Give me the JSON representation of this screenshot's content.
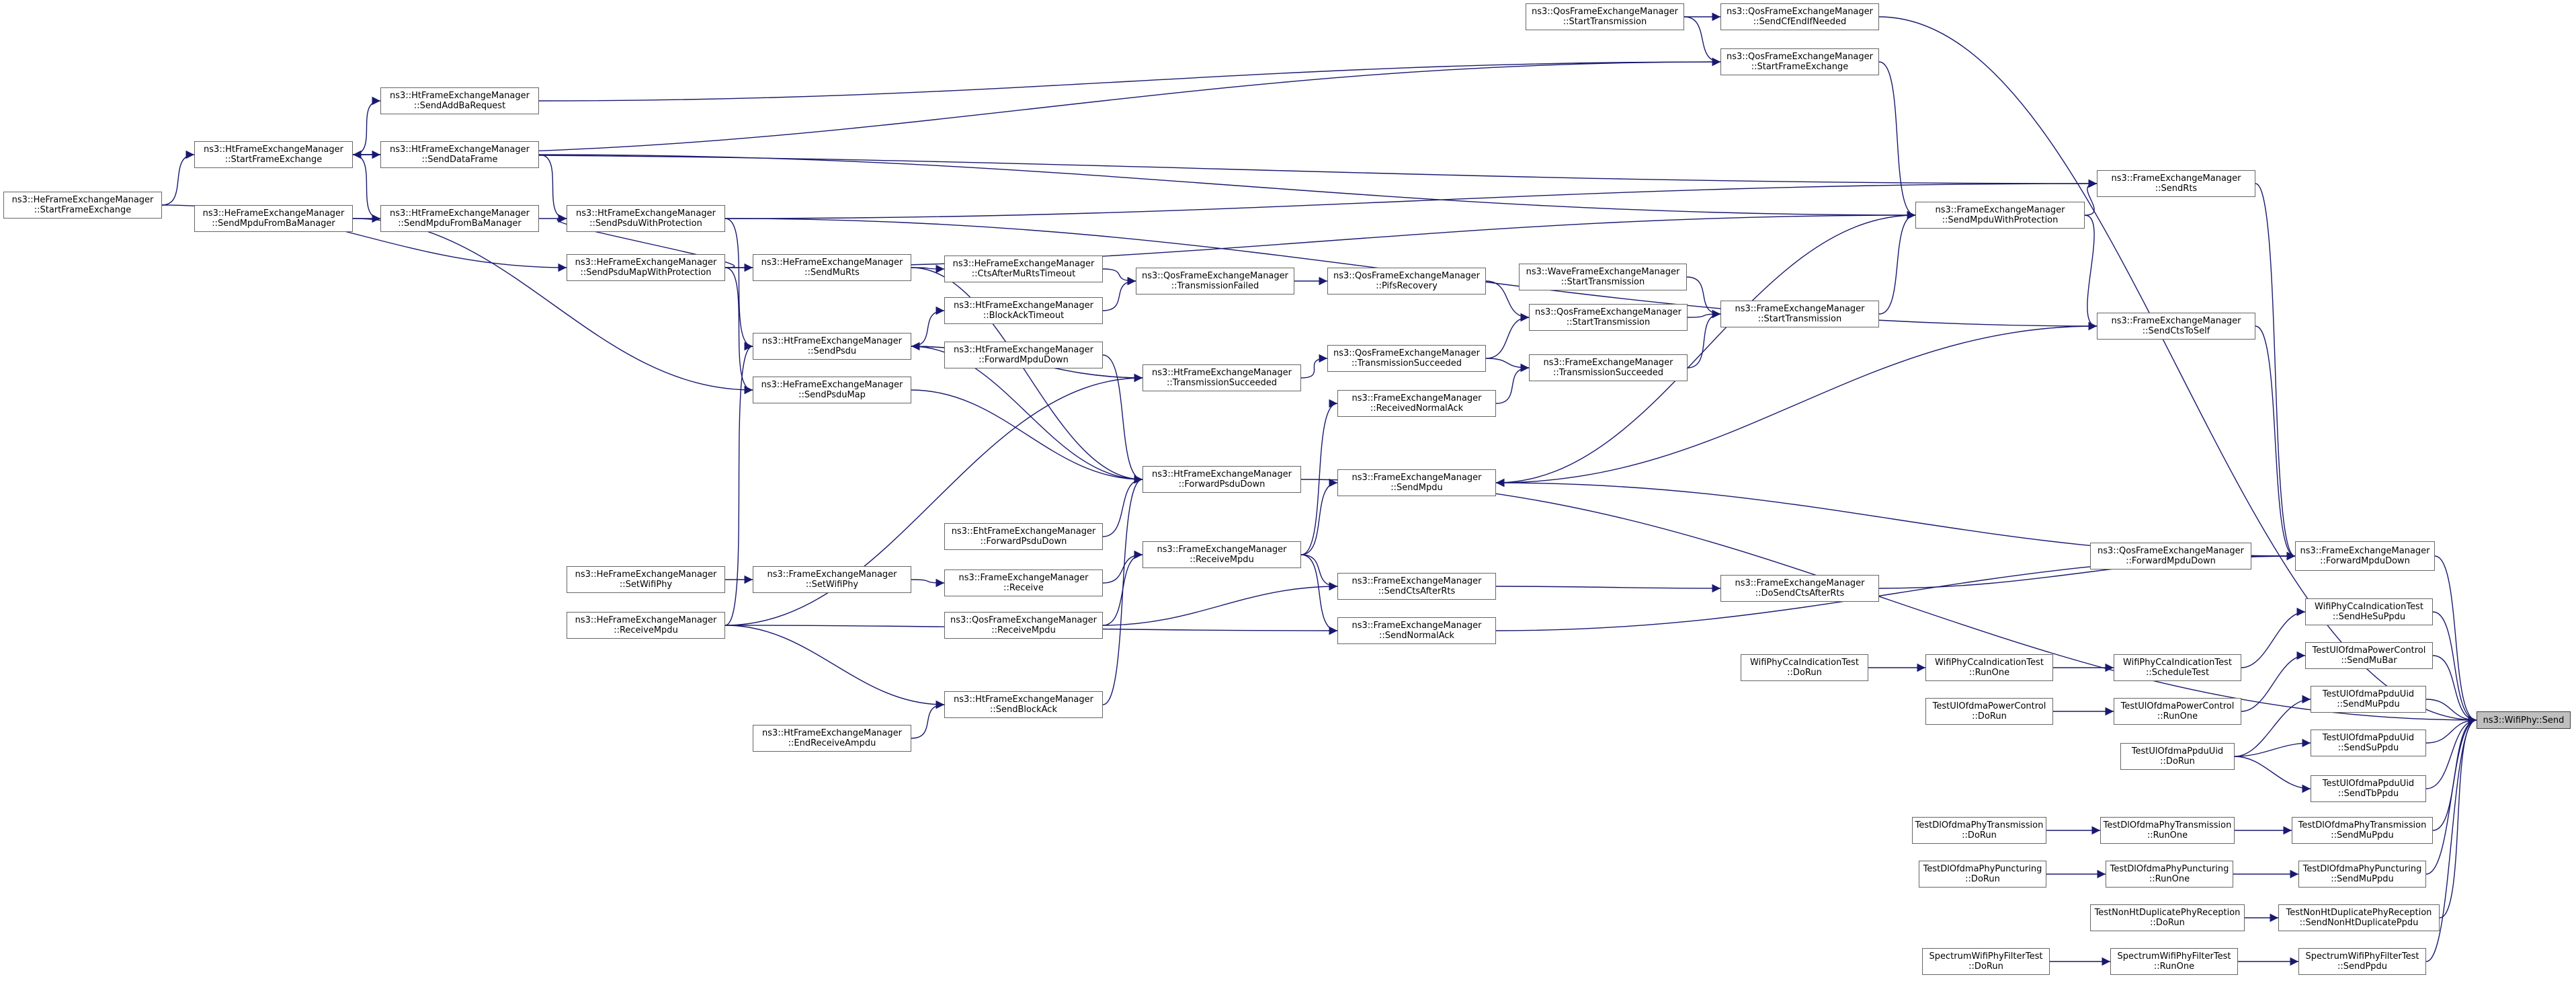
{
  "diagram": {
    "title": "",
    "colors": {
      "edge": "#191970",
      "node_border": "#666666",
      "root_fill": "#bfbfbf"
    },
    "nodes": [
      {
        "id": "qos_st_top",
        "lines": [
          "ns3::QosFrameExchangeManager",
          "::StartTransmission"
        ]
      },
      {
        "id": "send_cf_end",
        "lines": [
          "ns3::QosFrameExchangeManager",
          "::SendCfEndIfNeeded"
        ]
      },
      {
        "id": "qos_sfe",
        "lines": [
          "ns3::QosFrameExchangeManager",
          "::StartFrameExchange"
        ]
      },
      {
        "id": "ht_add_ba",
        "lines": [
          "ns3::HtFrameExchangeManager",
          "::SendAddBaRequest"
        ]
      },
      {
        "id": "ht_sfe",
        "lines": [
          "ns3::HtFrameExchangeManager",
          "::StartFrameExchange"
        ]
      },
      {
        "id": "ht_data",
        "lines": [
          "ns3::HtFrameExchangeManager",
          "::SendDataFrame"
        ]
      },
      {
        "id": "he_sfe",
        "lines": [
          "ns3::HeFrameExchangeManager",
          "::StartFrameExchange"
        ]
      },
      {
        "id": "he_mpdu_ba",
        "lines": [
          "ns3::HeFrameExchangeManager",
          "::SendMpduFromBaManager"
        ]
      },
      {
        "id": "ht_mpdu_ba",
        "lines": [
          "ns3::HtFrameExchangeManager",
          "::SendMpduFromBaManager"
        ]
      },
      {
        "id": "ht_psdu_prot",
        "lines": [
          "ns3::HtFrameExchangeManager",
          "::SendPsduWithProtection"
        ]
      },
      {
        "id": "he_psdu_map_prot",
        "lines": [
          "ns3::HeFrameExchangeManager",
          "::SendPsduMapWithProtection"
        ]
      },
      {
        "id": "he_mu_rts",
        "lines": [
          "ns3::HeFrameExchangeManager",
          "::SendMuRts"
        ]
      },
      {
        "id": "he_cts_mu",
        "lines": [
          "ns3::HeFrameExchangeManager",
          "::CtsAfterMuRtsTimeout"
        ]
      },
      {
        "id": "ht_ba_timeout",
        "lines": [
          "ns3::HtFrameExchangeManager",
          "::BlockAckTimeout"
        ]
      },
      {
        "id": "qos_tx_failed",
        "lines": [
          "ns3::QosFrameExchangeManager",
          "::TransmissionFailed"
        ]
      },
      {
        "id": "qos_pifs",
        "lines": [
          "ns3::QosFrameExchangeManager",
          "::PifsRecovery"
        ]
      },
      {
        "id": "wave_st",
        "lines": [
          "ns3::WaveFrameExchangeManager",
          "::StartTransmission"
        ]
      },
      {
        "id": "qos_st_mid",
        "lines": [
          "ns3::QosFrameExchangeManager",
          "::StartTransmission"
        ]
      },
      {
        "id": "fem_st",
        "lines": [
          "ns3::FrameExchangeManager",
          "::StartTransmission"
        ]
      },
      {
        "id": "fem_mpdu_prot",
        "lines": [
          "ns3::FrameExchangeManager",
          "::SendMpduWithProtection"
        ]
      },
      {
        "id": "fem_rts",
        "lines": [
          "ns3::FrameExchangeManager",
          "::SendRts"
        ]
      },
      {
        "id": "fem_cts_self",
        "lines": [
          "ns3::FrameExchangeManager",
          "::SendCtsToSelf"
        ]
      },
      {
        "id": "ht_send_psdu",
        "lines": [
          "ns3::HtFrameExchangeManager",
          "::SendPsdu"
        ]
      },
      {
        "id": "ht_fwd_mpdu",
        "lines": [
          "ns3::HtFrameExchangeManager",
          "::ForwardMpduDown"
        ]
      },
      {
        "id": "he_psdu_map",
        "lines": [
          "ns3::HeFrameExchangeManager",
          "::SendPsduMap"
        ]
      },
      {
        "id": "ht_tx_succ",
        "lines": [
          "ns3::HtFrameExchangeManager",
          "::TransmissionSucceeded"
        ]
      },
      {
        "id": "qos_tx_succ",
        "lines": [
          "ns3::QosFrameExchangeManager",
          "::TransmissionSucceeded"
        ]
      },
      {
        "id": "fem_tx_succ",
        "lines": [
          "ns3::FrameExchangeManager",
          "::TransmissionSucceeded"
        ]
      },
      {
        "id": "fem_recv_ack",
        "lines": [
          "ns3::FrameExchangeManager",
          "::ReceivedNormalAck"
        ]
      },
      {
        "id": "ht_fwd_psdu",
        "lines": [
          "ns3::HtFrameExchangeManager",
          "::ForwardPsduDown"
        ]
      },
      {
        "id": "fem_send_mpdu",
        "lines": [
          "ns3::FrameExchangeManager",
          "::SendMpdu"
        ]
      },
      {
        "id": "eht_fwd_psdu",
        "lines": [
          "ns3::EhtFrameExchangeManager",
          "::ForwardPsduDown"
        ]
      },
      {
        "id": "fem_recv_mpdu",
        "lines": [
          "ns3::FrameExchangeManager",
          "::ReceiveMpdu"
        ]
      },
      {
        "id": "qos_fwd_mpdu",
        "lines": [
          "ns3::QosFrameExchangeManager",
          "::ForwardMpduDown"
        ]
      },
      {
        "id": "fem_fwd_mpdu",
        "lines": [
          "ns3::FrameExchangeManager",
          "::ForwardMpduDown"
        ]
      },
      {
        "id": "he_set_phy",
        "lines": [
          "ns3::HeFrameExchangeManager",
          "::SetWifiPhy"
        ]
      },
      {
        "id": "fem_set_phy",
        "lines": [
          "ns3::FrameExchangeManager",
          "::SetWifiPhy"
        ]
      },
      {
        "id": "fem_receive",
        "lines": [
          "ns3::FrameExchangeManager",
          "::Receive"
        ]
      },
      {
        "id": "fem_cts_rts",
        "lines": [
          "ns3::FrameExchangeManager",
          "::SendCtsAfterRts"
        ]
      },
      {
        "id": "fem_do_cts",
        "lines": [
          "ns3::FrameExchangeManager",
          "::DoSendCtsAfterRts"
        ]
      },
      {
        "id": "he_recv_mpdu",
        "lines": [
          "ns3::HeFrameExchangeManager",
          "::ReceiveMpdu"
        ]
      },
      {
        "id": "qos_recv_mpdu",
        "lines": [
          "ns3::QosFrameExchangeManager",
          "::ReceiveMpdu"
        ]
      },
      {
        "id": "fem_normal_ack",
        "lines": [
          "ns3::FrameExchangeManager",
          "::SendNormalAck"
        ]
      },
      {
        "id": "ht_block_ack",
        "lines": [
          "ns3::HtFrameExchangeManager",
          "::SendBlockAck"
        ]
      },
      {
        "id": "ht_end_ampdu",
        "lines": [
          "ns3::HtFrameExchangeManager",
          "::EndReceiveAmpdu"
        ]
      },
      {
        "id": "cca_dorun",
        "lines": [
          "WifiPhyCcaIndicationTest",
          "::DoRun"
        ]
      },
      {
        "id": "cca_runone",
        "lines": [
          "WifiPhyCcaIndicationTest",
          "::RunOne"
        ]
      },
      {
        "id": "cca_sched",
        "lines": [
          "WifiPhyCcaIndicationTest",
          "::ScheduleTest"
        ]
      },
      {
        "id": "cca_hesu",
        "lines": [
          "WifiPhyCcaIndicationTest",
          "::SendHeSuPpdu"
        ]
      },
      {
        "id": "ulpc_dorun",
        "lines": [
          "TestUlOfdmaPowerControl",
          "::DoRun"
        ]
      },
      {
        "id": "ulpc_runone",
        "lines": [
          "TestUlOfdmaPowerControl",
          "::RunOne"
        ]
      },
      {
        "id": "ulpc_mubar",
        "lines": [
          "TestUlOfdmaPowerControl",
          "::SendMuBar"
        ]
      },
      {
        "id": "ulppdu_dorun",
        "lines": [
          "TestUlOfdmaPpduUid",
          "::DoRun"
        ]
      },
      {
        "id": "ulppdu_mu",
        "lines": [
          "TestUlOfdmaPpduUid",
          "::SendMuPpdu"
        ]
      },
      {
        "id": "ulppdu_su",
        "lines": [
          "TestUlOfdmaPpduUid",
          "::SendSuPpdu"
        ]
      },
      {
        "id": "ulppdu_tb",
        "lines": [
          "TestUlOfdmaPpduUid",
          "::SendTbPpdu"
        ]
      },
      {
        "id": "dltx_dorun",
        "lines": [
          "TestDlOfdmaPhyTransmission",
          "::DoRun"
        ]
      },
      {
        "id": "dltx_runone",
        "lines": [
          "TestDlOfdmaPhyTransmission",
          "::RunOne"
        ]
      },
      {
        "id": "dltx_mu",
        "lines": [
          "TestDlOfdmaPhyTransmission",
          "::SendMuPpdu"
        ]
      },
      {
        "id": "dlpunc_dorun",
        "lines": [
          "TestDlOfdmaPhyPuncturing",
          "::DoRun"
        ]
      },
      {
        "id": "dlpunc_runone",
        "lines": [
          "TestDlOfdmaPhyPuncturing",
          "::RunOne"
        ]
      },
      {
        "id": "dlpunc_mu",
        "lines": [
          "TestDlOfdmaPhyPuncturing",
          "::SendMuPpdu"
        ]
      },
      {
        "id": "nonht_dorun",
        "lines": [
          "TestNonHtDuplicatePhyReception",
          "::DoRun"
        ]
      },
      {
        "id": "nonht_send",
        "lines": [
          "TestNonHtDuplicatePhyReception",
          "::SendNonHtDuplicatePpdu"
        ]
      },
      {
        "id": "spec_dorun",
        "lines": [
          "SpectrumWifiPhyFilterTest",
          "::DoRun"
        ]
      },
      {
        "id": "spec_runone",
        "lines": [
          "SpectrumWifiPhyFilterTest",
          "::RunOne"
        ]
      },
      {
        "id": "spec_send",
        "lines": [
          "SpectrumWifiPhyFilterTest",
          "::SendPpdu"
        ]
      },
      {
        "id": "root",
        "lines": [
          "ns3::WifiPhy::Send"
        ]
      }
    ],
    "edges": [
      [
        "qos_st_top",
        "send_cf_end"
      ],
      [
        "qos_st_top",
        "qos_sfe"
      ],
      [
        "send_cf_end",
        "root"
      ],
      [
        "qos_sfe",
        "fem_mpdu_prot"
      ],
      [
        "ht_add_ba",
        "qos_sfe"
      ],
      [
        "ht_sfe",
        "ht_add_ba"
      ],
      [
        "ht_sfe",
        "ht_data"
      ],
      [
        "ht_sfe",
        "qos_sfe"
      ],
      [
        "ht_sfe",
        "fem_rts"
      ],
      [
        "ht_data",
        "fem_mpdu_prot"
      ],
      [
        "ht_data",
        "ht_psdu_prot"
      ],
      [
        "he_sfe",
        "ht_sfe"
      ],
      [
        "he_sfe",
        "he_psdu_map_prot"
      ],
      [
        "he_mpdu_ba",
        "ht_mpdu_ba"
      ],
      [
        "he_mpdu_ba",
        "he_psdu_map"
      ],
      [
        "ht_mpdu_ba",
        "ht_sfe"
      ],
      [
        "ht_mpdu_ba",
        "ht_psdu_prot"
      ],
      [
        "ht_psdu_prot",
        "fem_rts"
      ],
      [
        "ht_psdu_prot",
        "fem_cts_self"
      ],
      [
        "ht_psdu_prot",
        "ht_send_psdu"
      ],
      [
        "he_psdu_map_prot",
        "he_mu_rts"
      ],
      [
        "he_psdu_map_prot",
        "fem_mpdu_prot"
      ],
      [
        "he_psdu_map_prot",
        "he_psdu_map"
      ],
      [
        "he_psdu_map_prot",
        "ht_psdu_prot"
      ],
      [
        "he_mu_rts",
        "he_cts_mu"
      ],
      [
        "he_mu_rts",
        "ht_fwd_psdu"
      ],
      [
        "he_cts_mu",
        "qos_tx_failed"
      ],
      [
        "ht_ba_timeout",
        "qos_tx_failed"
      ],
      [
        "qos_tx_failed",
        "qos_pifs"
      ],
      [
        "qos_pifs",
        "qos_st_mid"
      ],
      [
        "wave_st",
        "fem_st"
      ],
      [
        "qos_st_mid",
        "fem_st"
      ],
      [
        "fem_st",
        "fem_mpdu_prot"
      ],
      [
        "fem_mpdu_prot",
        "fem_rts"
      ],
      [
        "fem_mpdu_prot",
        "fem_cts_self"
      ],
      [
        "fem_mpdu_prot",
        "fem_send_mpdu"
      ],
      [
        "fem_rts",
        "fem_fwd_mpdu"
      ],
      [
        "fem_cts_self",
        "fem_send_mpdu"
      ],
      [
        "fem_cts_self",
        "fem_fwd_mpdu"
      ],
      [
        "ht_send_psdu",
        "ht_ba_timeout"
      ],
      [
        "ht_send_psdu",
        "ht_fwd_psdu"
      ],
      [
        "ht_send_psdu",
        "ht_tx_succ"
      ],
      [
        "ht_fwd_mpdu",
        "ht_fwd_psdu"
      ],
      [
        "he_psdu_map",
        "ht_fwd_psdu"
      ],
      [
        "ht_tx_succ",
        "qos_tx_succ"
      ],
      [
        "ht_tx_succ",
        "ht_send_psdu"
      ],
      [
        "qos_tx_succ",
        "fem_tx_succ"
      ],
      [
        "qos_tx_succ",
        "qos_st_mid"
      ],
      [
        "fem_tx_succ",
        "fem_st"
      ],
      [
        "fem_recv_ack",
        "fem_tx_succ"
      ],
      [
        "ht_fwd_psdu",
        "root"
      ],
      [
        "fem_send_mpdu",
        "fem_fwd_mpdu"
      ],
      [
        "eht_fwd_psdu",
        "ht_fwd_psdu"
      ],
      [
        "fem_recv_mpdu",
        "fem_recv_ack"
      ],
      [
        "fem_recv_mpdu",
        "fem_send_mpdu"
      ],
      [
        "fem_recv_mpdu",
        "fem_cts_rts"
      ],
      [
        "fem_recv_mpdu",
        "fem_normal_ack"
      ],
      [
        "qos_fwd_mpdu",
        "fem_fwd_mpdu"
      ],
      [
        "fem_fwd_mpdu",
        "root"
      ],
      [
        "he_set_phy",
        "fem_set_phy"
      ],
      [
        "fem_set_phy",
        "fem_receive"
      ],
      [
        "fem_receive",
        "fem_recv_mpdu"
      ],
      [
        "fem_cts_rts",
        "fem_do_cts"
      ],
      [
        "fem_do_cts",
        "fem_fwd_mpdu"
      ],
      [
        "he_recv_mpdu",
        "ht_send_psdu"
      ],
      [
        "he_recv_mpdu",
        "ht_tx_succ"
      ],
      [
        "he_recv_mpdu",
        "fem_normal_ack"
      ],
      [
        "he_recv_mpdu",
        "ht_block_ack"
      ],
      [
        "qos_recv_mpdu",
        "fem_cts_rts"
      ],
      [
        "qos_recv_mpdu",
        "fem_recv_mpdu"
      ],
      [
        "fem_normal_ack",
        "fem_fwd_mpdu"
      ],
      [
        "ht_block_ack",
        "ht_fwd_psdu"
      ],
      [
        "ht_end_ampdu",
        "ht_block_ack"
      ],
      [
        "cca_dorun",
        "cca_runone"
      ],
      [
        "cca_runone",
        "cca_sched"
      ],
      [
        "cca_sched",
        "cca_hesu"
      ],
      [
        "cca_hesu",
        "root"
      ],
      [
        "ulpc_dorun",
        "ulpc_runone"
      ],
      [
        "ulpc_runone",
        "ulpc_mubar"
      ],
      [
        "ulpc_mubar",
        "root"
      ],
      [
        "ulppdu_dorun",
        "ulppdu_mu"
      ],
      [
        "ulppdu_dorun",
        "ulppdu_su"
      ],
      [
        "ulppdu_dorun",
        "ulppdu_tb"
      ],
      [
        "ulppdu_mu",
        "root"
      ],
      [
        "ulppdu_su",
        "root"
      ],
      [
        "ulppdu_tb",
        "root"
      ],
      [
        "dltx_dorun",
        "dltx_runone"
      ],
      [
        "dltx_runone",
        "dltx_mu"
      ],
      [
        "dltx_mu",
        "root"
      ],
      [
        "dlpunc_dorun",
        "dlpunc_runone"
      ],
      [
        "dlpunc_runone",
        "dlpunc_mu"
      ],
      [
        "dlpunc_mu",
        "root"
      ],
      [
        "nonht_dorun",
        "nonht_send"
      ],
      [
        "nonht_send",
        "root"
      ],
      [
        "spec_dorun",
        "spec_runone"
      ],
      [
        "spec_runone",
        "spec_send"
      ],
      [
        "spec_send",
        "root"
      ]
    ]
  }
}
